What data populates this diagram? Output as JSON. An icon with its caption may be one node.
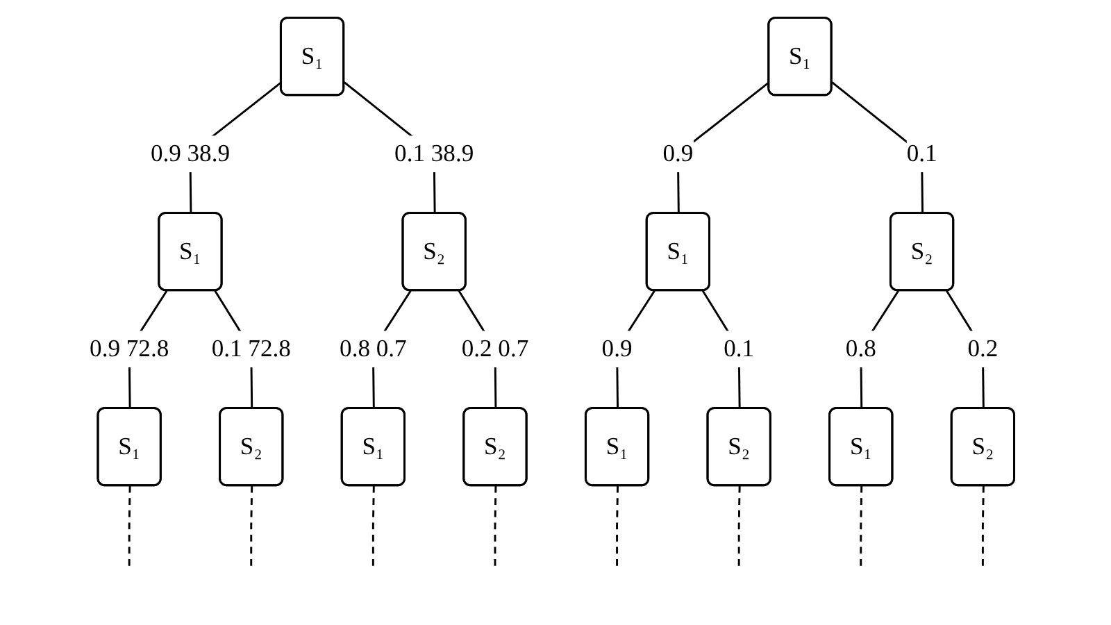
{
  "diagram": {
    "nodes": [
      {
        "text": [
          "S₁"
        ]
      },
      {
        "text": [
          "S₁"
        ]
      },
      {
        "text": [
          "S₂"
        ]
      },
      {
        "text": [
          "S₁"
        ]
      },
      {
        "text": [
          "S₂"
        ]
      },
      {
        "text": [
          "S₁"
        ]
      },
      {
        "text": [
          "S₂"
        ]
      },
      {
        "text": [
          "S₁"
        ]
      },
      {
        "text": [
          "S₁"
        ]
      },
      {
        "text": [
          "S₂"
        ]
      },
      {
        "text": [
          "S₁"
        ]
      },
      {
        "text": [
          "S₂"
        ]
      },
      {
        "text": [
          "S₁"
        ]
      },
      {
        "text": [
          "S₂"
        ]
      }
    ],
    "edges": [
      {
        "from": 0,
        "to": 1,
        "arrow": "none",
        "label": "0.9 38.9"
      },
      {
        "from": 0,
        "to": 2,
        "arrow": "none",
        "label": "0.1 38.9"
      },
      {
        "from": 1,
        "to": 3,
        "arrow": "none",
        "label": "0.9 72.8"
      },
      {
        "from": 1,
        "to": 4,
        "arrow": "none",
        "label": "0.1 72.8"
      },
      {
        "from": 2,
        "to": 5,
        "arrow": "none",
        "label": "0.8 0.7"
      },
      {
        "from": 2,
        "to": 6,
        "arrow": "none",
        "label": "0.2 0.7"
      },
      {
        "from": 3,
        "to": null,
        "arrow": "none",
        "style": "dashed"
      },
      {
        "from": 4,
        "to": null,
        "arrow": "none",
        "style": "dashed"
      },
      {
        "from": 5,
        "to": null,
        "arrow": "none",
        "style": "dashed"
      },
      {
        "from": 6,
        "to": null,
        "arrow": "none",
        "style": "dashed"
      },
      {
        "from": 7,
        "to": 8,
        "arrow": "none",
        "label": "0.9"
      },
      {
        "from": 7,
        "to": 9,
        "arrow": "none",
        "label": "0.1"
      },
      {
        "from": 8,
        "to": 10,
        "arrow": "none",
        "label": "0.9"
      },
      {
        "from": 8,
        "to": 11,
        "arrow": "none",
        "label": "0.1"
      },
      {
        "from": 9,
        "to": 12,
        "arrow": "none",
        "label": "0.8"
      },
      {
        "from": 9,
        "to": 13,
        "arrow": "none",
        "label": "0.2"
      },
      {
        "from": 10,
        "to": null,
        "arrow": "none",
        "style": "dashed"
      },
      {
        "from": 11,
        "to": null,
        "arrow": "none",
        "style": "dashed"
      },
      {
        "from": 12,
        "to": null,
        "arrow": "none",
        "style": "dashed"
      },
      {
        "from": 13,
        "to": null,
        "arrow": "none",
        "style": "dashed"
      }
    ]
  }
}
